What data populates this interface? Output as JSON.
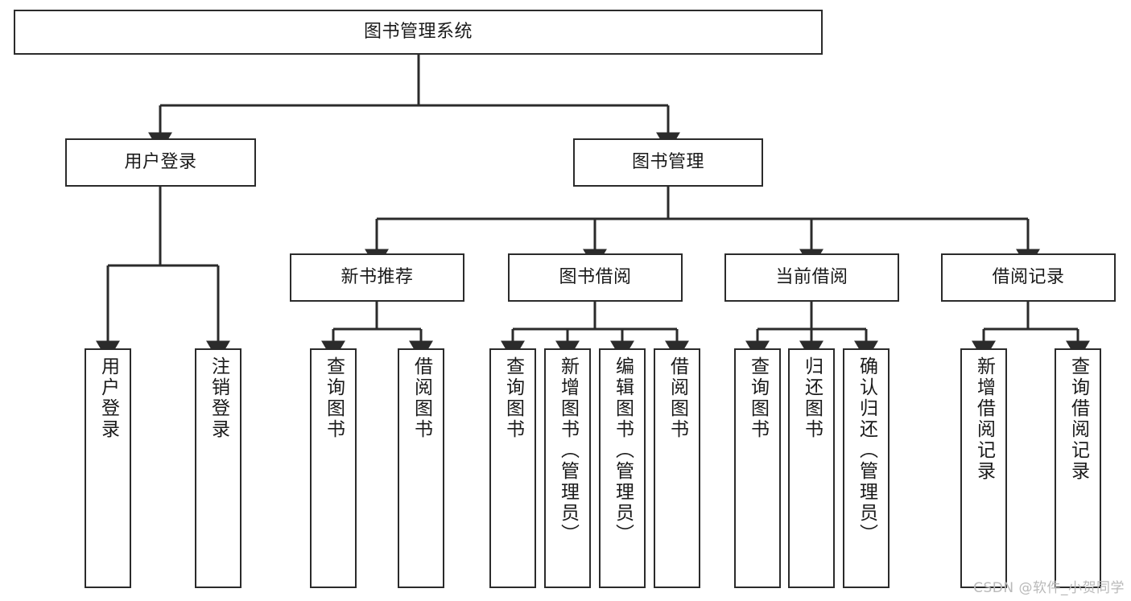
{
  "diagram": {
    "title": "图书管理系统",
    "watermark": "CSDN @软件_小贺同学",
    "colors": {
      "background": "#ffffff",
      "stroke": "#2b2b2b",
      "node_fill": "#ffffff",
      "text": "#1a1a1a",
      "watermark": "#b9b9b9"
    },
    "nodes": {
      "root": {
        "label": "图书管理系统"
      },
      "level2": [
        {
          "id": "user-login",
          "label": "用户登录"
        },
        {
          "id": "book-management",
          "label": "图书管理"
        }
      ],
      "level3": [
        {
          "id": "new-book-recommend",
          "label": "新书推荐"
        },
        {
          "id": "book-borrow",
          "label": "图书借阅"
        },
        {
          "id": "current-borrow",
          "label": "当前借阅"
        },
        {
          "id": "borrow-record",
          "label": "借阅记录"
        }
      ],
      "leaves": {
        "user_login": [
          {
            "id": "leaf-user-login",
            "label": "用户登录"
          },
          {
            "id": "leaf-logout-login",
            "label": "注销登录"
          }
        ],
        "new_book_recommend": [
          {
            "id": "leaf-query-book-1",
            "label": "查询图书"
          },
          {
            "id": "leaf-borrow-book-1",
            "label": "借阅图书"
          }
        ],
        "book_borrow": [
          {
            "id": "leaf-query-book-2",
            "label": "查询图书"
          },
          {
            "id": "leaf-add-book",
            "label": "新增图书（管理员）"
          },
          {
            "id": "leaf-edit-book",
            "label": "编辑图书（管理员）"
          },
          {
            "id": "leaf-borrow-book-2",
            "label": "借阅图书"
          }
        ],
        "current_borrow": [
          {
            "id": "leaf-query-book-3",
            "label": "查询图书"
          },
          {
            "id": "leaf-return-book",
            "label": "归还图书"
          },
          {
            "id": "leaf-confirm-return",
            "label": "确认归还（管理员）"
          }
        ],
        "borrow_record": [
          {
            "id": "leaf-add-record",
            "label": "新增借阅记录"
          },
          {
            "id": "leaf-query-record",
            "label": "查询借阅记录"
          }
        ]
      }
    }
  }
}
